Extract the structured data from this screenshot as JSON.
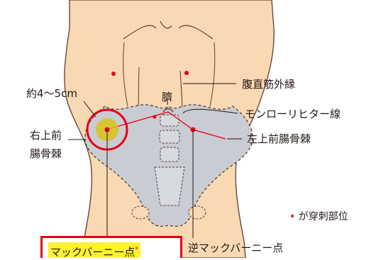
{
  "labels": {
    "rectus_edge": "腹直筋外縁",
    "distance": "約4〜5cm",
    "navel": "臍",
    "monro_richter": "モンローリヒター線",
    "right_asis_1": "右上前",
    "right_asis_2": "腸骨棘",
    "left_asis": "左上前腸骨棘",
    "puncture_legend": "が穿刺部位",
    "puncture_bullet": "•",
    "mcburney": "マックバーニー点",
    "mcburney_mark": "*",
    "reverse_mcburney": "逆マックバーニー点"
  },
  "colors": {
    "skin": "#f8d9b4",
    "outline": "#5a3f30",
    "pelvis": "#c9ccd2",
    "point": "#e60012",
    "highlight": "#fff231",
    "target_fill": "#d8c21a"
  }
}
